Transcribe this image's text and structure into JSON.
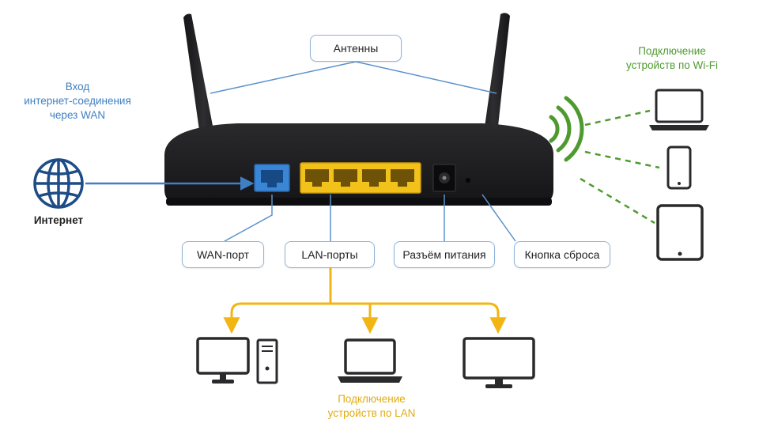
{
  "labels": {
    "antennas": "Антенны",
    "wan_port": "WAN-порт",
    "lan_ports": "LAN-порты",
    "power_jack": "Разъём питания",
    "reset_button": "Кнопка сброса",
    "internet": "Интернет"
  },
  "captions": {
    "wan_input": [
      "Вход",
      "интернет-соединения",
      "через WAN"
    ],
    "wifi": [
      "Подключение",
      "устройств по Wi-Fi"
    ],
    "lan": [
      "Подключение",
      "устройств по LAN"
    ]
  },
  "icons": {
    "internet": "globe-icon",
    "wifi": "wifi-signal-icon",
    "wifi_devices": [
      "laptop-icon",
      "smartphone-icon",
      "tablet-icon"
    ],
    "lan_devices": [
      "desktop-pc-icon",
      "laptop-icon",
      "monitor-icon"
    ]
  },
  "colors": {
    "wan": "#3f7fc4",
    "lan": "#f2b514",
    "wifi": "#4f9a2f",
    "router": "#1b1b1d",
    "callout_border": "#8fb4db"
  }
}
